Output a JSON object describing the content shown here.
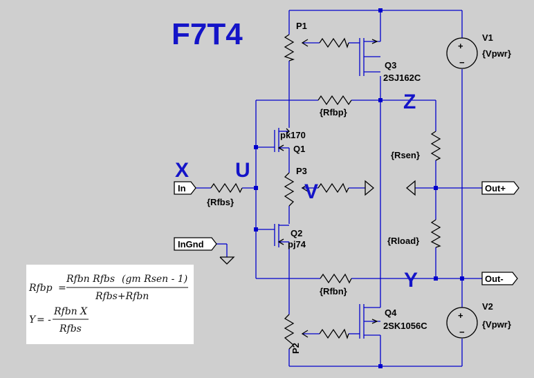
{
  "schematic": {
    "title": "F7T4",
    "node_labels": {
      "x": "X",
      "u": "U",
      "v": "V",
      "z": "Z",
      "y": "Y"
    },
    "components": {
      "p1": "P1",
      "p2": "P2",
      "p3": "P3",
      "q1_name": "Q1",
      "q1_part": "pk170",
      "q2_name": "Q2",
      "q2_part": "pj74",
      "q3_name": "Q3",
      "q3_part": "2SJ162C",
      "q4_name": "Q4",
      "q4_part": "2SK1056C",
      "v1_name": "V1",
      "v1_value": "{Vpwr}",
      "v2_name": "V2",
      "v2_value": "{Vpwr}",
      "rfbp": "{Rfbp}",
      "rfbn": "{Rfbn}",
      "rfbs": "{Rfbs}",
      "rsen": "{Rsen}",
      "rload": "{Rload}"
    },
    "ports": {
      "in": "In",
      "ingnd": "InGnd",
      "outp": "Out+",
      "outm": "Out-"
    },
    "equations": {
      "eq1_lhs": "Rfbp",
      "eq1_num_a": "Rfbn Rfbs",
      "eq1_num_b": "(gm Rsen - 1)",
      "eq1_den": "Rfbs+Rfbn",
      "eq2_lhs": "Y",
      "eq2_sign": "= -",
      "eq2_num": "Rfbn X",
      "eq2_den": "Rfbs"
    },
    "colors": {
      "wire": "#0000cc",
      "line": "#0000cc",
      "label": "#000000",
      "title": "#1414c8",
      "background": "#cfcfcf"
    }
  }
}
